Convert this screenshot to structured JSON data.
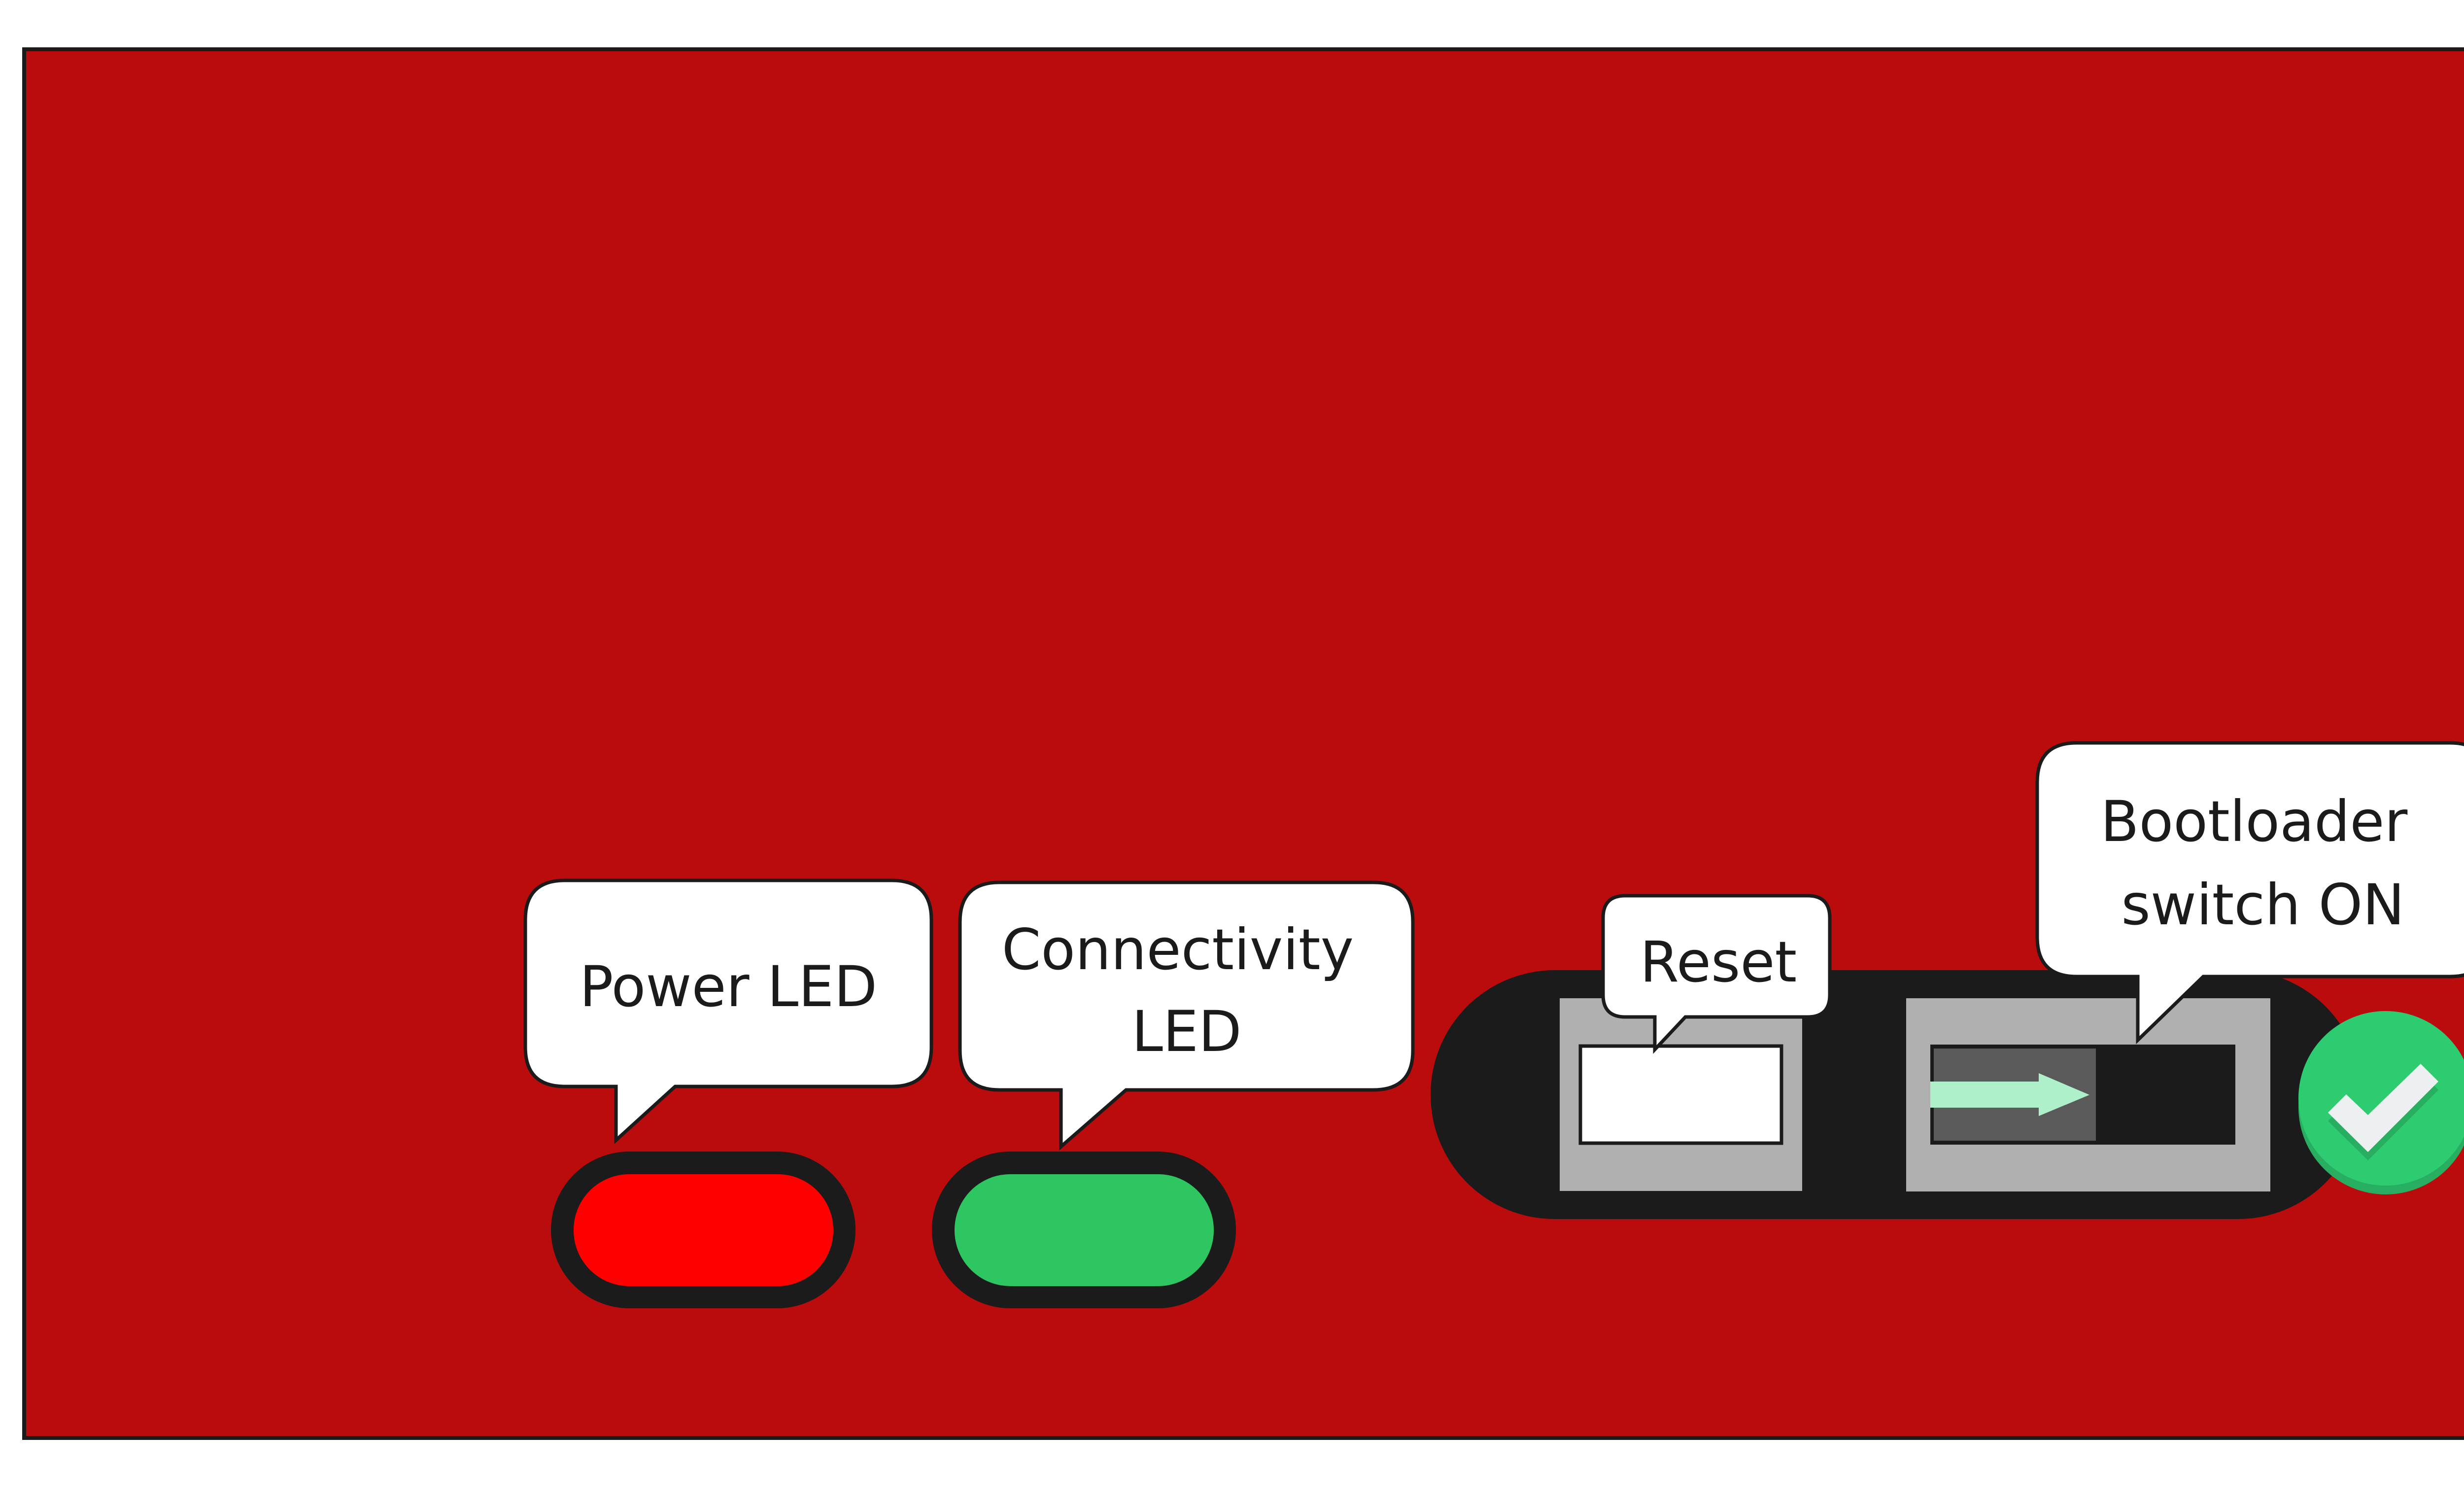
{
  "diagram": {
    "colors": {
      "board": "#ba0c0c",
      "outline": "#1b1b1b",
      "power_led": "#ff0000",
      "connectivity_led": "#2ec661",
      "housing": "#b0b0b0",
      "slider": "#5a5a5a",
      "arrow": "#adf0c9",
      "reset_button": "#ffffff",
      "check_circle": "#2ecc71",
      "check_shadow": "#27ae60",
      "check_mark": "#ecf0f1"
    },
    "callouts": {
      "power_led": {
        "lines": [
          "Power LED"
        ]
      },
      "connectivity_led": {
        "lines": [
          "Connectivity",
          "LED"
        ]
      },
      "reset": {
        "lines": [
          "Reset"
        ]
      },
      "bootloader": {
        "lines": [
          "Bootloader",
          "switch ON"
        ]
      }
    },
    "status_icon": "check-circle-icon",
    "bootloader_switch_state": "on"
  }
}
